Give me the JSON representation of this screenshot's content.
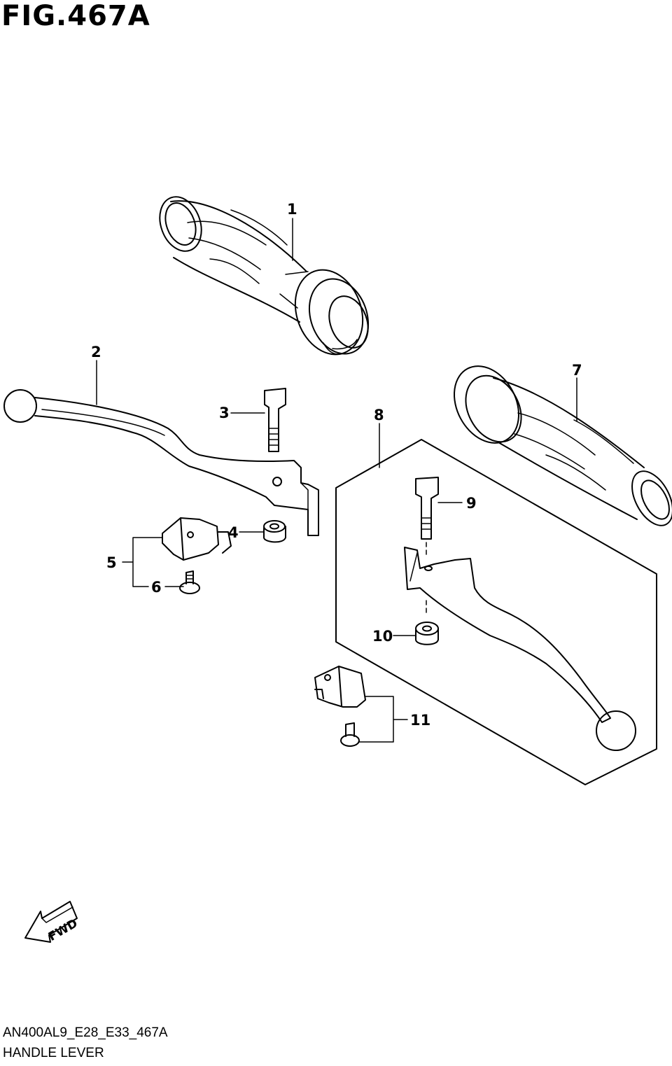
{
  "figure": {
    "title": "FIG.467A",
    "code": "AN400AL9_E28_E33_467A",
    "name": "HANDLE LEVER"
  },
  "direction_badge": {
    "text": "FWD",
    "icon": "fwd-arrow-icon"
  },
  "callouts": [
    {
      "id": "1",
      "part": "left-grip"
    },
    {
      "id": "2",
      "part": "left-lever"
    },
    {
      "id": "3",
      "part": "lever-bolt"
    },
    {
      "id": "4",
      "part": "lever-nut"
    },
    {
      "id": "5",
      "part": "left-stop-switch"
    },
    {
      "id": "6",
      "part": "switch-screw"
    },
    {
      "id": "7",
      "part": "right-grip"
    },
    {
      "id": "8",
      "part": "right-lever-set"
    },
    {
      "id": "9",
      "part": "lever-bolt"
    },
    {
      "id": "10",
      "part": "lever-nut"
    },
    {
      "id": "11",
      "part": "right-stop-switch"
    }
  ]
}
